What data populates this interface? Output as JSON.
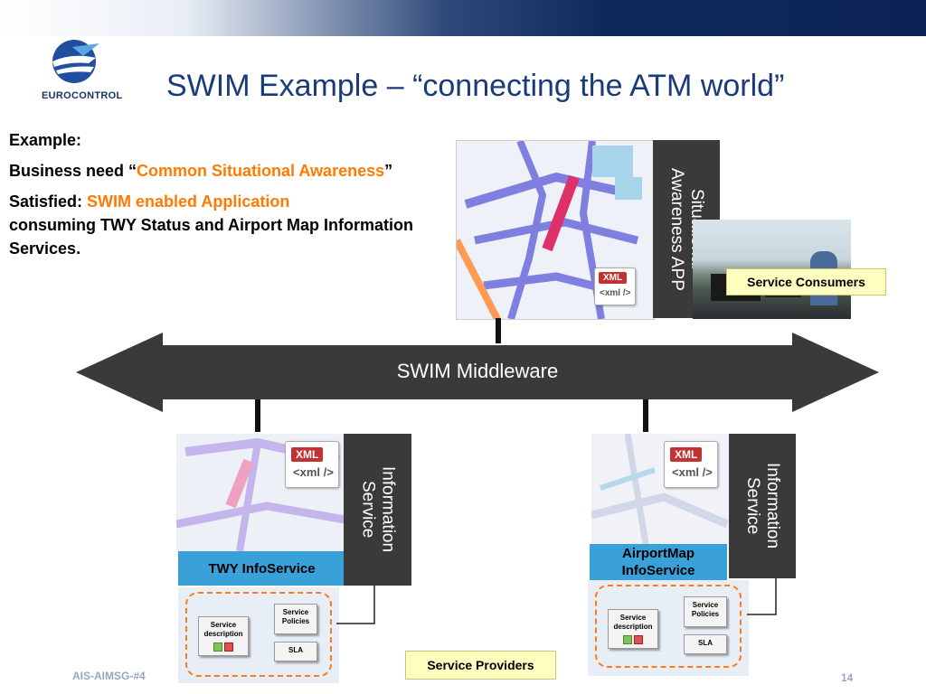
{
  "logo": {
    "text": "EUROCONTROL",
    "icon": "eurocontrol-logo-icon"
  },
  "title": "SWIM Example – “connecting the ATM world”",
  "example": {
    "heading": "Example:",
    "need_prefix": "Business need “",
    "need_highlight": "Common Situational Awareness",
    "need_suffix": "”",
    "satisfied_prefix": "Satisfied: ",
    "satisfied_highlight": "SWIM enabled Application",
    "satisfied_rest": "consuming TWY Status and Airport Map Information Services."
  },
  "consumer": {
    "app_label": "Situational Awareness APP",
    "badge": "Service Consumers",
    "xml_badge": "XML",
    "xml_inner": "<xml />"
  },
  "middleware": {
    "label": "SWIM Middleware"
  },
  "providers": {
    "left": {
      "service_name": "TWY InfoService",
      "vertical_label": "Information Service",
      "xml_badge": "XML",
      "xml_inner": "<xml />",
      "box_service_description": "Service description",
      "box_service_policies": "Service Policies",
      "box_sla": "SLA"
    },
    "right": {
      "service_name": "AirportMap InfoService",
      "vertical_label": "Information Service",
      "xml_badge": "XML",
      "xml_inner": "<xml />",
      "box_service_description": "Service description",
      "box_service_policies": "Service Policies",
      "box_sla": "SLA"
    },
    "badge": "Service Providers"
  },
  "footer": {
    "left": "AIS-AIMSG-#4",
    "page": "14"
  },
  "colors": {
    "accent_orange": "#ff7a00",
    "title_blue": "#1a3b7a",
    "info_blue": "#3aa0d8",
    "middleware_dark": "#3a3a3a"
  }
}
